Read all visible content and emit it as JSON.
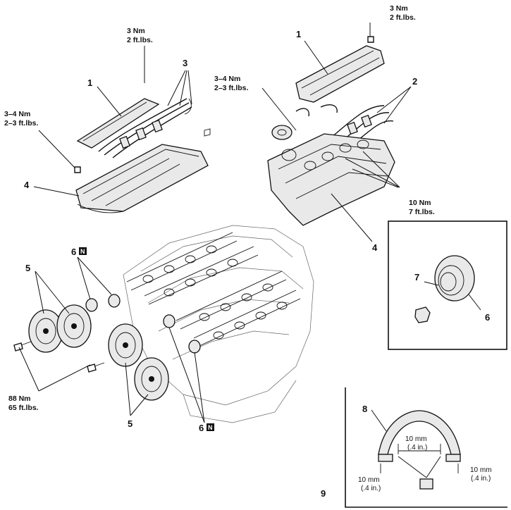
{
  "callouts": {
    "c1_left": "1",
    "c1_right": "1",
    "c2": "2",
    "c3": "3",
    "c4_left": "4",
    "c4_right": "4",
    "c5_top": "5",
    "c5_bottom": "5",
    "c6_top": "6",
    "c6_bottom": "6",
    "c6_inset": "6",
    "c7": "7",
    "c8": "8",
    "c9": "9",
    "new_badge": "N"
  },
  "torques": {
    "t_plug_left": [
      "3 Nm",
      "2 ft.lbs."
    ],
    "t_plug_right": [
      "3 Nm",
      "2 ft.lbs."
    ],
    "t_cover_left": [
      "3–4 Nm",
      "2–3 ft.lbs."
    ],
    "t_cover_right": [
      "3–4 Nm",
      "2–3 ft.lbs."
    ],
    "t_cover_bolts": [
      "10 Nm",
      "7 ft.lbs."
    ],
    "t_sprocket": [
      "88 Nm",
      "65 ft.lbs."
    ]
  },
  "dimensions": {
    "d_center": [
      "10 mm",
      "(.4 in.)"
    ],
    "d_left": [
      "10 mm",
      "(.4 in.)"
    ],
    "d_right": [
      "10 mm",
      "(.4 in.)"
    ]
  }
}
